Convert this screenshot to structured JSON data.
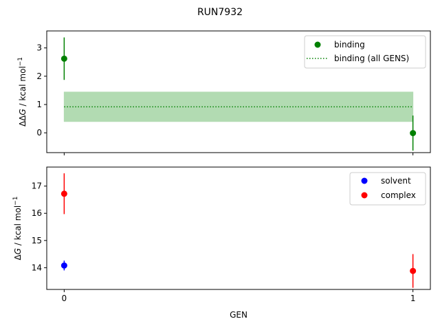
{
  "chart_data": [
    {
      "type": "scatter",
      "title": "RUN7932",
      "ylabel_base": "ΔΔ",
      "ylabel_italic": "G",
      "ylabel_unit": " / kcal mol",
      "ylabel_sup": "−1",
      "xlabel": "",
      "ylim": [
        -0.7,
        3.6
      ],
      "xlim": [
        -0.05,
        1.05
      ],
      "yticks": [
        0,
        1,
        2,
        3
      ],
      "xticks": [
        0,
        1
      ],
      "show_x_tick_labels": false,
      "grid": false,
      "legend_position": "top-right",
      "series": [
        {
          "name": "binding",
          "color": "#008000",
          "marker": "circle",
          "points": [
            {
              "x": 0,
              "y": 2.62,
              "err": 0.75
            },
            {
              "x": 1,
              "y": -0.01,
              "err": 0.62
            }
          ]
        }
      ],
      "reference": {
        "name": "binding (all GENS)",
        "color": "#008000",
        "style": "dotted",
        "y": 0.92,
        "band": [
          0.4,
          1.44
        ],
        "x_range": [
          0,
          1
        ],
        "band_color": "#b2dbb2"
      }
    },
    {
      "type": "scatter",
      "ylabel_base": "Δ",
      "ylabel_italic": "G",
      "ylabel_unit": " / kcal mol",
      "ylabel_sup": "−1",
      "xlabel": "GEN",
      "ylim": [
        13.2,
        17.7
      ],
      "xlim": [
        -0.05,
        1.05
      ],
      "yticks": [
        14,
        15,
        16,
        17
      ],
      "xticks": [
        0,
        1
      ],
      "show_x_tick_labels": true,
      "grid": false,
      "legend_position": "top-right",
      "series": [
        {
          "name": "solvent",
          "color": "#0000ff",
          "marker": "circle",
          "points": [
            {
              "x": 0,
              "y": 14.08,
              "err": 0.18
            }
          ]
        },
        {
          "name": "complex",
          "color": "#ff0000",
          "marker": "circle",
          "points": [
            {
              "x": 0,
              "y": 16.72,
              "err": 0.75
            },
            {
              "x": 1,
              "y": 13.88,
              "err": 0.62
            }
          ]
        }
      ]
    }
  ]
}
